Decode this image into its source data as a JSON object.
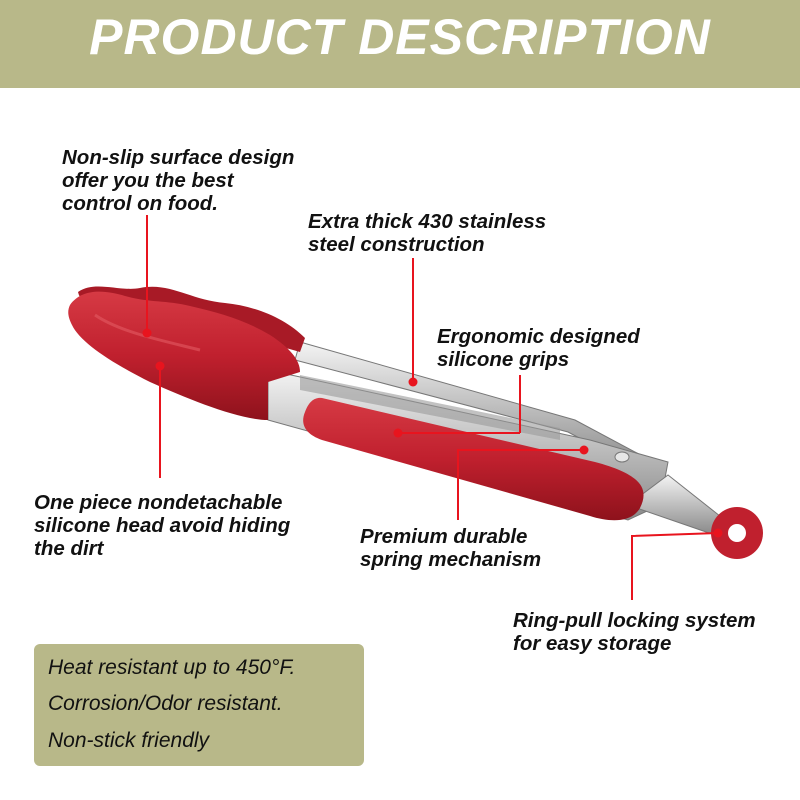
{
  "header": {
    "title": "PRODUCT DESCRIPTION"
  },
  "callouts": {
    "nonslip": [
      "Non-slip surface design",
      "offer you the best",
      "control on food."
    ],
    "steel": [
      "Extra thick 430 stainless",
      "steel construction"
    ],
    "grips": [
      "Ergonomic designed",
      "silicone grips"
    ],
    "head": [
      "One piece nondetachable",
      "silicone head avoid hiding",
      "the dirt"
    ],
    "spring": [
      "Premium durable",
      "spring mechanism"
    ],
    "ring": [
      "Ring-pull locking system",
      "for easy storage"
    ]
  },
  "features": [
    "Heat resistant up to 450°F.",
    "Corrosion/Odor resistant.",
    "Non-stick friendly"
  ],
  "colors": {
    "banner": "#b8b889",
    "silicone": "#c0202e",
    "leader": "#e8141e",
    "steel": "#c9c9c9",
    "text": "#111111"
  }
}
